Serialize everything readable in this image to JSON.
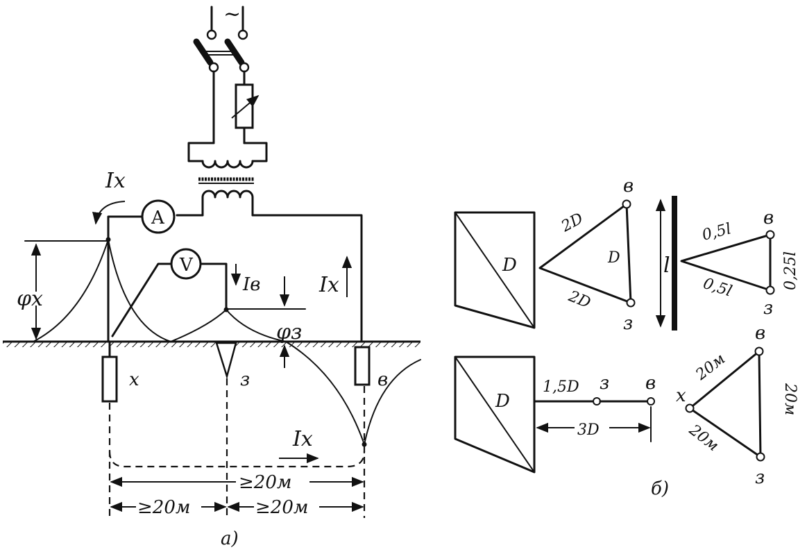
{
  "part_a": {
    "ac_symbol": "~",
    "ammeter": "A",
    "voltmeter": "V",
    "current_x_top": "Ix",
    "current_x_right": "Ix",
    "current_x_bottom": "Ix",
    "current_v": "Iв",
    "phi_x": "φx",
    "phi_z": "φз",
    "electrode_x": "x",
    "electrode_z": "з",
    "electrode_v": "в",
    "dist_xz": "≥20м",
    "dist_zv": "≥20м",
    "dist_xv": "≥20м",
    "caption": "а)"
  },
  "part_b": {
    "d_square_1": "D",
    "two_d_upper": "2D",
    "two_d_lower": "2D",
    "d_side": "D",
    "top_v1": "в",
    "bottom_z1": "з",
    "l_length": "l",
    "half_l_upper": "0,5l",
    "half_l_lower": "0,5l",
    "quarter_l": "0,25l",
    "top_v2": "в",
    "bottom_z2": "з",
    "d_square_2": "D",
    "one_half_d": "1,5D",
    "z_mid": "з",
    "v_end": "в",
    "three_d": "3D",
    "x_left": "x",
    "twenty_upper": "20м",
    "twenty_right": "20м",
    "twenty_lower": "20м",
    "top_v3": "в",
    "bottom_z3": "з",
    "caption": "б)"
  }
}
